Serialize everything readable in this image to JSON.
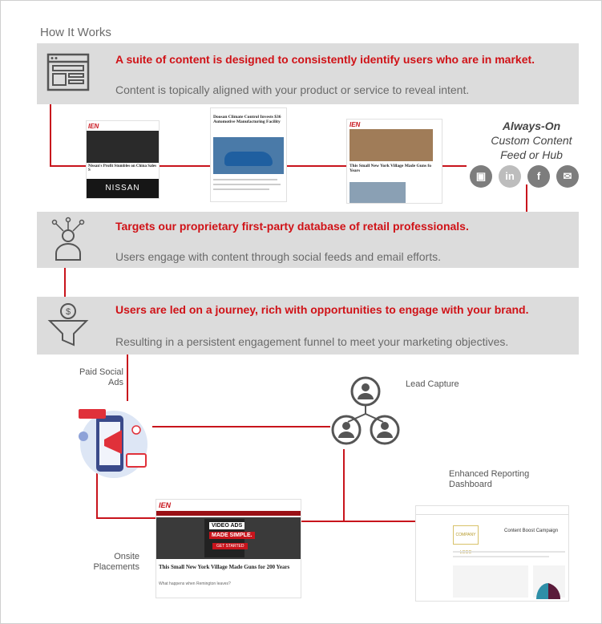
{
  "page_title": "How It Works",
  "bands": [
    {
      "headline": "A suite of content is designed to consistently identify users who are in market.",
      "subtext": "Content is topically aligned with your product or service to reveal intent."
    },
    {
      "headline": "Targets our proprietary first-party database of retail professionals.",
      "subtext": "Users engage with content through social feeds and email efforts."
    },
    {
      "headline": "Users are led on a journey, rich with opportunities to engage with your brand.",
      "subtext": "Resulting in a persistent engagement funnel to meet your marketing objectives."
    }
  ],
  "always_on": {
    "line1": "Always-On",
    "line2": "Custom Content",
    "line3": "Feed or Hub"
  },
  "thumbs": {
    "logo": "IEN",
    "article1": "Nissan's Profit Stumbles on China Sales S",
    "article1_brand": "NISSAN",
    "article2": "Doosan Climate Control Invests $36 Automotive Manufacturing Facility",
    "article3": "This Small New York Village Made Guns fo Years",
    "video_line1": "VIDEO ADS",
    "video_line2": "MADE SIMPLE.",
    "video_button": "GET STARTED",
    "onsite_headline": "This Small New York Village Made Guns for 200 Years",
    "onsite_sub": "What happens when Remington leaves?",
    "dashboard_header": "Content Boost Campaign",
    "dashboard_logo": "COMPANY LOGO"
  },
  "labels": {
    "paid_social": [
      "Paid Social",
      "Ads"
    ],
    "lead_capture": "Lead Capture",
    "reporting": [
      "Enhanced Reporting",
      "Dashboard"
    ],
    "onsite": [
      "Onsite",
      "Placements"
    ]
  },
  "social_icons": [
    "media-icon",
    "linkedin-icon",
    "facebook-icon",
    "email-icon"
  ],
  "colors": {
    "accent": "#c8141c",
    "band": "#dcdcdc",
    "icon": "#7d7d7d"
  }
}
